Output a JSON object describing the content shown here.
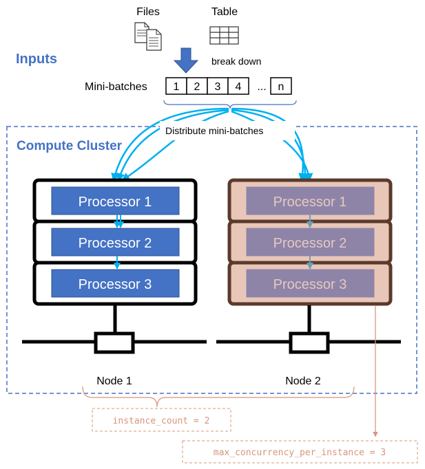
{
  "inputs": {
    "title": "Inputs",
    "files_label": "Files",
    "table_label": "Table",
    "break_down": "break down",
    "mini_batches_label": "Mini-batches",
    "batches": [
      "1",
      "2",
      "3",
      "4",
      "n"
    ],
    "ellipsis": "..."
  },
  "distribute_label": "Distribute mini-batches",
  "cluster": {
    "title": "Compute Cluster",
    "nodes": [
      {
        "name": "Node 1",
        "processors": [
          "Processor 1",
          "Processor 2",
          "Processor 3"
        ]
      },
      {
        "name": "Node 2",
        "processors": [
          "Processor 1",
          "Processor 2",
          "Processor 3"
        ]
      }
    ]
  },
  "params": {
    "instance_count": "instance_count = 2",
    "max_concurrency": "max_concurrency_per_instance = 3"
  },
  "colors": {
    "accent_blue": "#4472c4",
    "arrow_cyan": "#00b0f0",
    "node2_fill": "#e8c7b8",
    "node2_proc": "#8e84a8",
    "node2_text": "#e6c8c0",
    "annotation": "#d9957a"
  }
}
